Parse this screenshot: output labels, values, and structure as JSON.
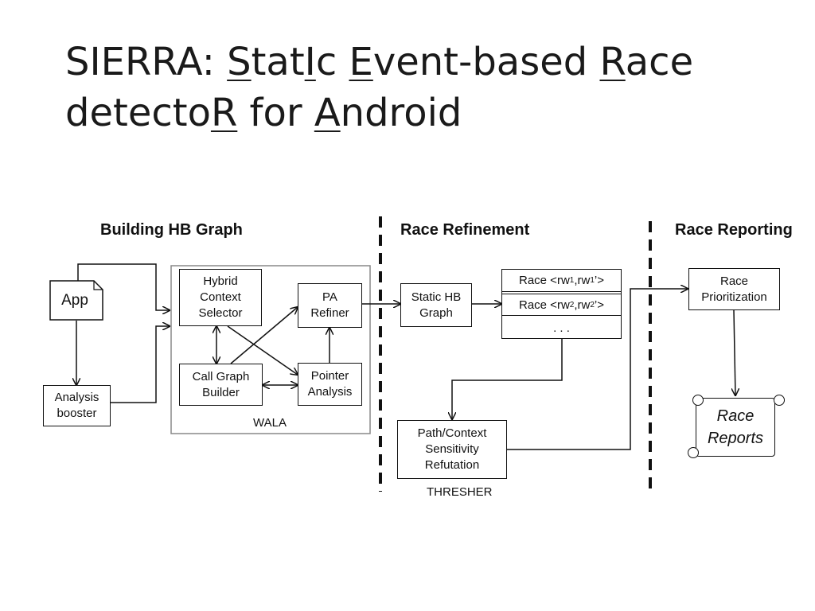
{
  "title": {
    "parts": [
      {
        "text": "SIERRA: ",
        "u": false
      },
      {
        "text": "S",
        "u": true
      },
      {
        "text": "tat",
        "u": false
      },
      {
        "text": "I",
        "u": true
      },
      {
        "text": "c ",
        "u": false
      },
      {
        "text": "E",
        "u": true
      },
      {
        "text": "vent-based ",
        "u": false
      },
      {
        "text": "R",
        "u": true
      },
      {
        "text": "ace detecto",
        "u": false
      },
      {
        "text": "R",
        "u": true
      },
      {
        "text": " for ",
        "u": false
      },
      {
        "text": "A",
        "u": true
      },
      {
        "text": "ndroid",
        "u": false
      }
    ]
  },
  "sections": {
    "building": "Building HB Graph",
    "refinement": "Race Refinement",
    "reporting": "Race Reporting"
  },
  "nodes": {
    "app": "App",
    "analysis_booster": "Analysis\nbooster",
    "hybrid_context_selector": "Hybrid\nContext\nSelector",
    "pa_refiner": "PA\nRefiner",
    "call_graph_builder": "Call Graph\nBuilder",
    "pointer_analysis": "Pointer\nAnalysis",
    "wala": "WALA",
    "static_hb_graph": "Static HB\nGraph",
    "race_list": [
      {
        "prefix": "Race <rw",
        "s1": "1",
        "mid": ",rw",
        "s2": "1",
        "suffix": "’>"
      },
      {
        "prefix": "Race <rw",
        "s1": "2",
        "mid": ",rw",
        "s2": "2",
        "suffix": "’>"
      }
    ],
    "race_ellipsis": ". . .",
    "path_context": "Path/Context\nSensitivity\nRefutation",
    "thresher": "THRESHER",
    "race_prioritization": "Race\nPrioritization",
    "race_reports": "Race\nReports"
  }
}
